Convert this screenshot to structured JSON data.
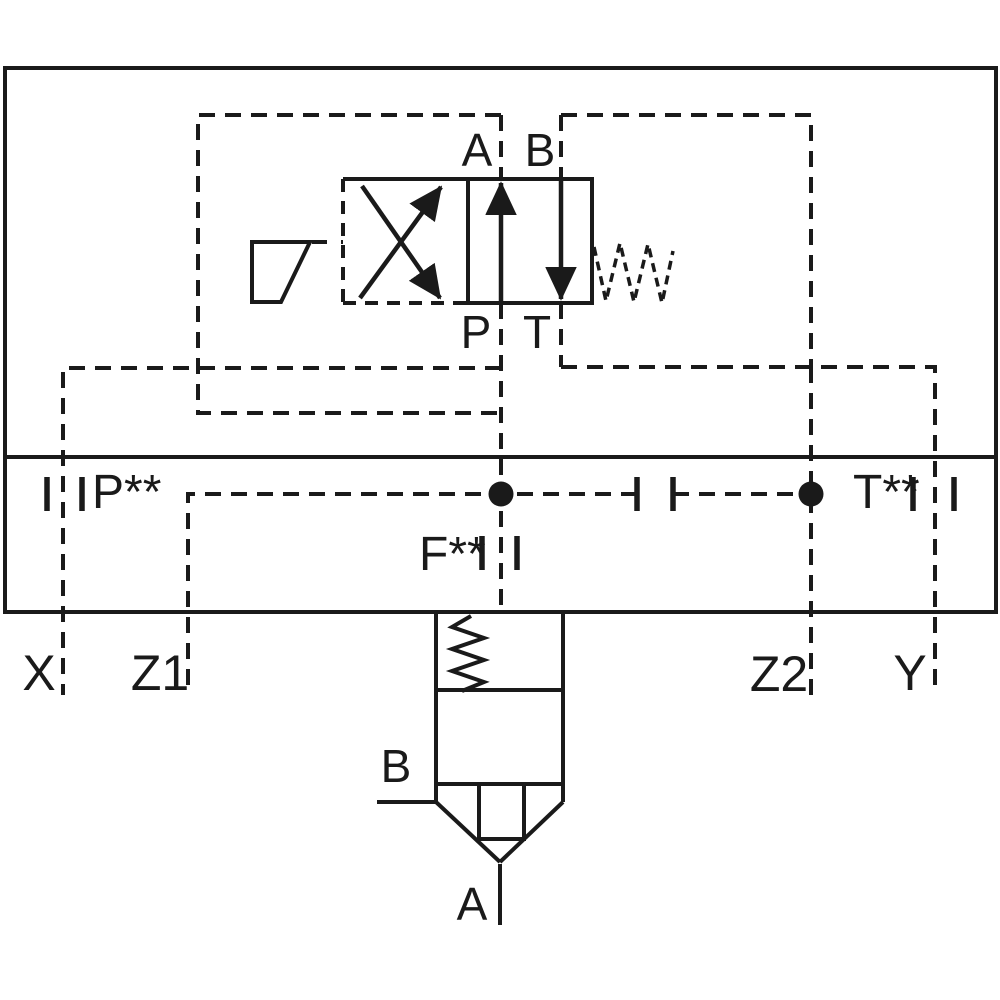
{
  "schematic": {
    "colors": {
      "line": "#1a1a1a",
      "background": "#ffffff"
    },
    "pilot_valve": {
      "ports": {
        "a": "A",
        "b": "B",
        "p": "P",
        "t": "T"
      }
    },
    "manifold": {
      "p_port": "P**",
      "t_port": "T**",
      "f_port": "F**"
    },
    "pilot_channels": {
      "x": "X",
      "z1": "Z1",
      "z2": "Z2",
      "y": "Y"
    },
    "cartridge": {
      "b_port": "B",
      "a_port": "A"
    }
  }
}
